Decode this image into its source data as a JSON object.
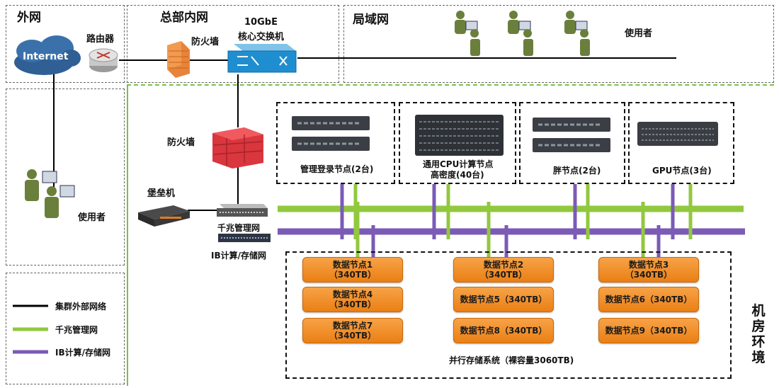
{
  "regions": {
    "external": "外网",
    "hq_intranet": "总部内网",
    "lan": "局域网",
    "machine_room": "机房环境"
  },
  "devices": {
    "internet": "Internet",
    "router": "路由器",
    "firewall_top": "防火墙",
    "core_switch_line1": "10GbE",
    "core_switch_line2": "核心交换机",
    "firewall_mid": "防火墙",
    "bastion": "堡垒机",
    "gigabit_switch": "千兆管理网",
    "ib_switch": "IB计算/存储网"
  },
  "users": {
    "lan_users": "使用者",
    "left_users": "使用者"
  },
  "compute_groups": [
    {
      "label": "管理登录节点(2台)"
    },
    {
      "label_line1": "通用CPU计算节点",
      "label_line2": "高密度(40台)"
    },
    {
      "label": "胖节点(2台)"
    },
    {
      "label": "GPU节点(3台)"
    }
  ],
  "data_nodes": [
    {
      "line1": "数据节点1",
      "line2": "（340TB）"
    },
    {
      "line1": "数据节点2",
      "line2": "（340TB）"
    },
    {
      "line1": "数据节点3",
      "line2": "（340TB）"
    },
    {
      "line1": "数据节点4",
      "line2": "（340TB）"
    },
    {
      "line1": "数据节点5",
      "line2": "（340TB）"
    },
    {
      "line1": "数据节点6",
      "line2": "（340TB）"
    },
    {
      "line1": "数据节点7",
      "line2": "（340TB）"
    },
    {
      "line1": "数据节点8",
      "line2": "（340TB）"
    },
    {
      "line1": "数据节点9",
      "line2": "（340TB）"
    }
  ],
  "storage_system": "并行存储系统（裸容量3060TB)",
  "legend": {
    "external_net": "集群外部网络",
    "gigabit_mgmt": "千兆管理网",
    "ib_net": "IB计算/存储网"
  },
  "colors": {
    "external_line": "#000000",
    "gigabit_line": "#92c83e",
    "ib_line": "#7b5bb6",
    "data_node": "#f0932c",
    "region_green": "#7ac142"
  }
}
